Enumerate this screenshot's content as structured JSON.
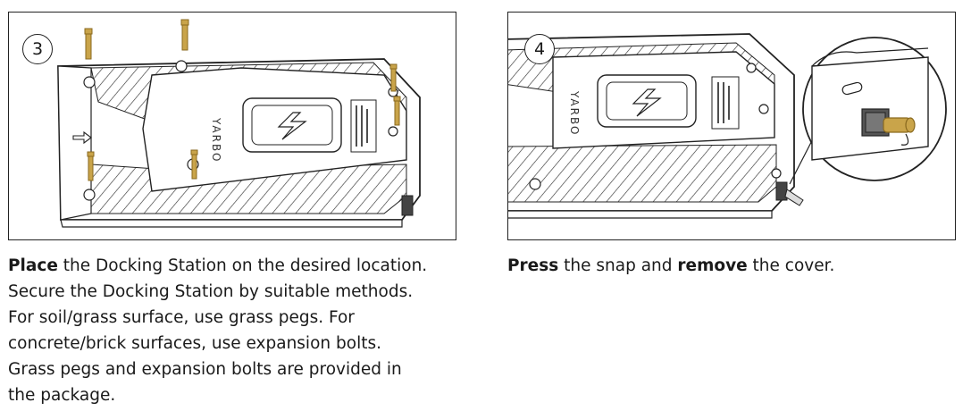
{
  "steps": [
    {
      "number": "3",
      "brand_mark": "YARBO",
      "caption": {
        "bold_lead": "Place",
        "rest_first_line": " the Docking Station on the desired location.",
        "lines": [
          "Secure the Docking Station by suitable methods.",
          "For soil/grass surface, use grass pegs. For",
          "concrete/brick surfaces, use expansion bolts.",
          "Grass pegs and expansion bolts are provided in",
          "the package."
        ]
      }
    },
    {
      "number": "4",
      "brand_mark": "YARBO",
      "caption": {
        "bold1": "Press",
        "text1": " the snap and ",
        "bold2": "remove",
        "text2": " the cover."
      }
    }
  ],
  "colors": {
    "line": "#222222",
    "peg": "#c9a44a",
    "peg_dark": "#8a6a1f"
  }
}
